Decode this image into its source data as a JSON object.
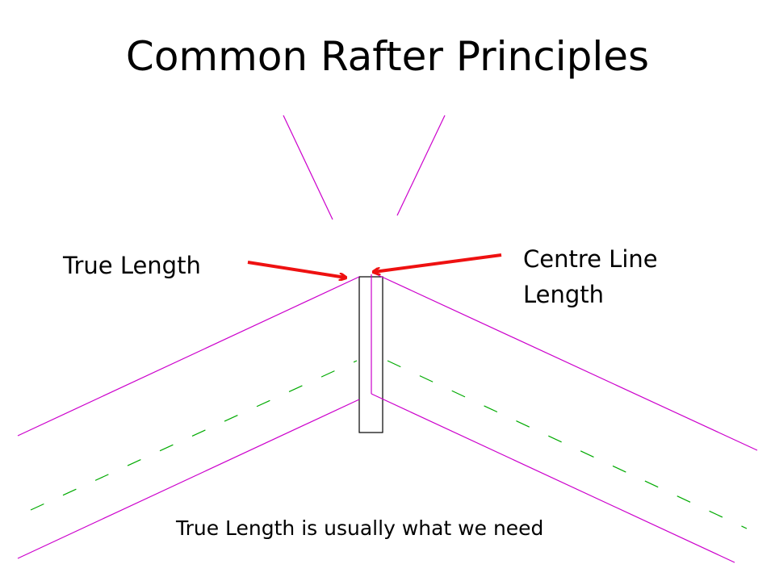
{
  "slide": {
    "title": "Common Rafter Principles",
    "labels": {
      "true_length": "True Length",
      "centre_line_length": "Centre Line Length"
    },
    "caption": "True Length is usually what we need"
  },
  "colors": {
    "rafter_line": "#cc00cc",
    "centre_line": "#00aa00",
    "arrow": "#ee1111",
    "ridge_board": "#000000",
    "text": "#000000"
  }
}
